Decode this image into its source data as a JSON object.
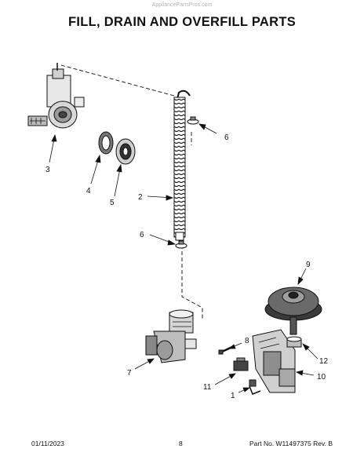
{
  "watermark": "AppliancePartsPros.com",
  "title": "FILL, DRAIN AND OVERFILL PARTS",
  "footer": {
    "date": "01/11/2023",
    "page": "8",
    "part_no": "Part No. W11497375  Rev. B"
  },
  "callouts": [
    "3",
    "4",
    "5",
    "2",
    "6",
    "6",
    "9",
    "8",
    "12",
    "7",
    "10",
    "11",
    "1"
  ]
}
